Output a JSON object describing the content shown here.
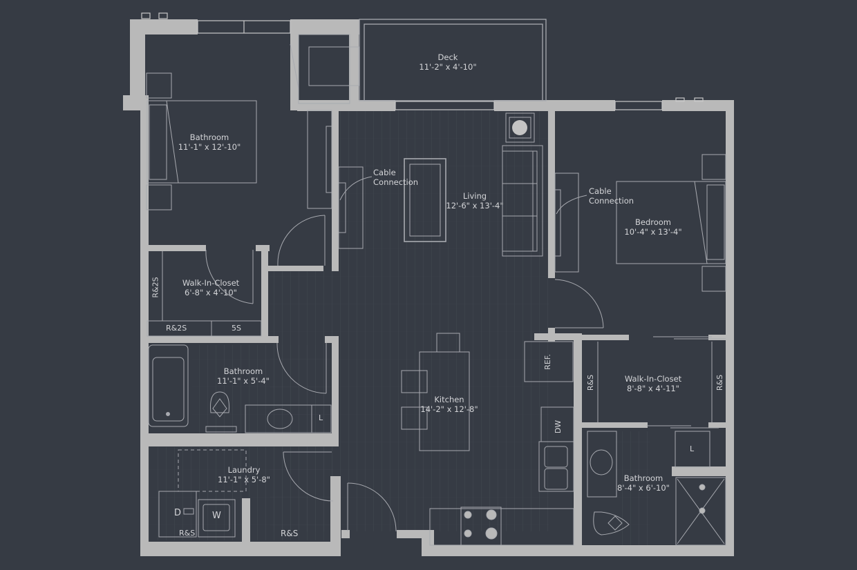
{
  "colors": {
    "background": "#363b44",
    "wall": "#b9b9b9",
    "line": "#a8aab0",
    "text": "#d4d5d8"
  },
  "rooms": [
    {
      "id": "deck",
      "name": "Deck",
      "dims": "11'-2\" x 4'-10\""
    },
    {
      "id": "primary_bedroom",
      "name": "Bathroom",
      "dims": "11'-1\" x 12'-10\""
    },
    {
      "id": "living",
      "name": "Living",
      "dims": "12'-6\" x 13'-4\""
    },
    {
      "id": "bedroom",
      "name": "Bedroom",
      "dims": "10'-4\" x 13'-4\""
    },
    {
      "id": "walkin_closet_1",
      "name": "Walk-In-Closet",
      "dims": "6'-8\" x 4'-10\""
    },
    {
      "id": "bathroom_1",
      "name": "Bathroom",
      "dims": "11'-1\" x 5'-4\""
    },
    {
      "id": "kitchen",
      "name": "Kitchen",
      "dims": "14'-2\" x 12'-8\""
    },
    {
      "id": "walkin_closet_2",
      "name": "Walk-In-Closet",
      "dims": "8'-8\" x 4'-11\""
    },
    {
      "id": "laundry",
      "name": "Laundry",
      "dims": "11'-1\" x 5'-8\""
    },
    {
      "id": "bathroom_2",
      "name": "Bathroom",
      "dims": "8'-4\" x 6'-10\""
    }
  ],
  "annotations": {
    "cable_left": [
      "Cable",
      "Connection"
    ],
    "cable_right": [
      "Cable",
      "Connection"
    ],
    "r2s_vertical": "R&2S",
    "r2s_horizontal": "R&2S",
    "ss": "5S",
    "linen_1": "L",
    "linen_2": "L",
    "ref": "REF.",
    "dw": "DW",
    "rs_closet_left": "R&S",
    "rs_closet_right": "R&S",
    "dryer": "D",
    "washer": "W",
    "rs_laundry_1": "R&S",
    "rs_laundry_2": "R&S"
  }
}
